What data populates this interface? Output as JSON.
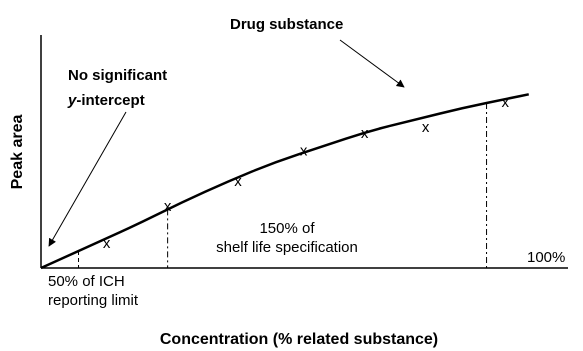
{
  "chart_data": {
    "type": "scatter",
    "title": "",
    "xlabel": "Concentration (% related substance)",
    "ylabel": "Peak area",
    "grid": false,
    "points": [
      {
        "x": 0.14,
        "y": 0.13
      },
      {
        "x": 0.27,
        "y": 0.32
      },
      {
        "x": 0.42,
        "y": 0.45
      },
      {
        "x": 0.56,
        "y": 0.61
      },
      {
        "x": 0.69,
        "y": 0.7
      },
      {
        "x": 0.82,
        "y": 0.73
      },
      {
        "x": 0.99,
        "y": 0.86
      }
    ],
    "marker": "x",
    "fit_curve": [
      {
        "x": 0.0,
        "y": 0.0
      },
      {
        "x": 0.1,
        "y": 0.11
      },
      {
        "x": 0.2,
        "y": 0.22
      },
      {
        "x": 0.3,
        "y": 0.34
      },
      {
        "x": 0.4,
        "y": 0.45
      },
      {
        "x": 0.5,
        "y": 0.55
      },
      {
        "x": 0.6,
        "y": 0.63
      },
      {
        "x": 0.7,
        "y": 0.71
      },
      {
        "x": 0.8,
        "y": 0.77
      },
      {
        "x": 0.9,
        "y": 0.83
      },
      {
        "x": 1.0,
        "y": 0.88
      },
      {
        "x": 1.04,
        "y": 0.9
      }
    ],
    "reference_lines": [
      {
        "x": 0.08,
        "label": "50% of ICH\nreporting limit"
      },
      {
        "x": 0.27,
        "label": "150% of\nshelf life specification"
      },
      {
        "x": 0.95,
        "label": "100%"
      }
    ],
    "annotations": [
      {
        "text": "Drug substance",
        "bold": true
      },
      {
        "text": "No significant",
        "bold": true
      },
      {
        "text_italic": "y",
        "text": "-intercept",
        "bold": true
      }
    ]
  }
}
